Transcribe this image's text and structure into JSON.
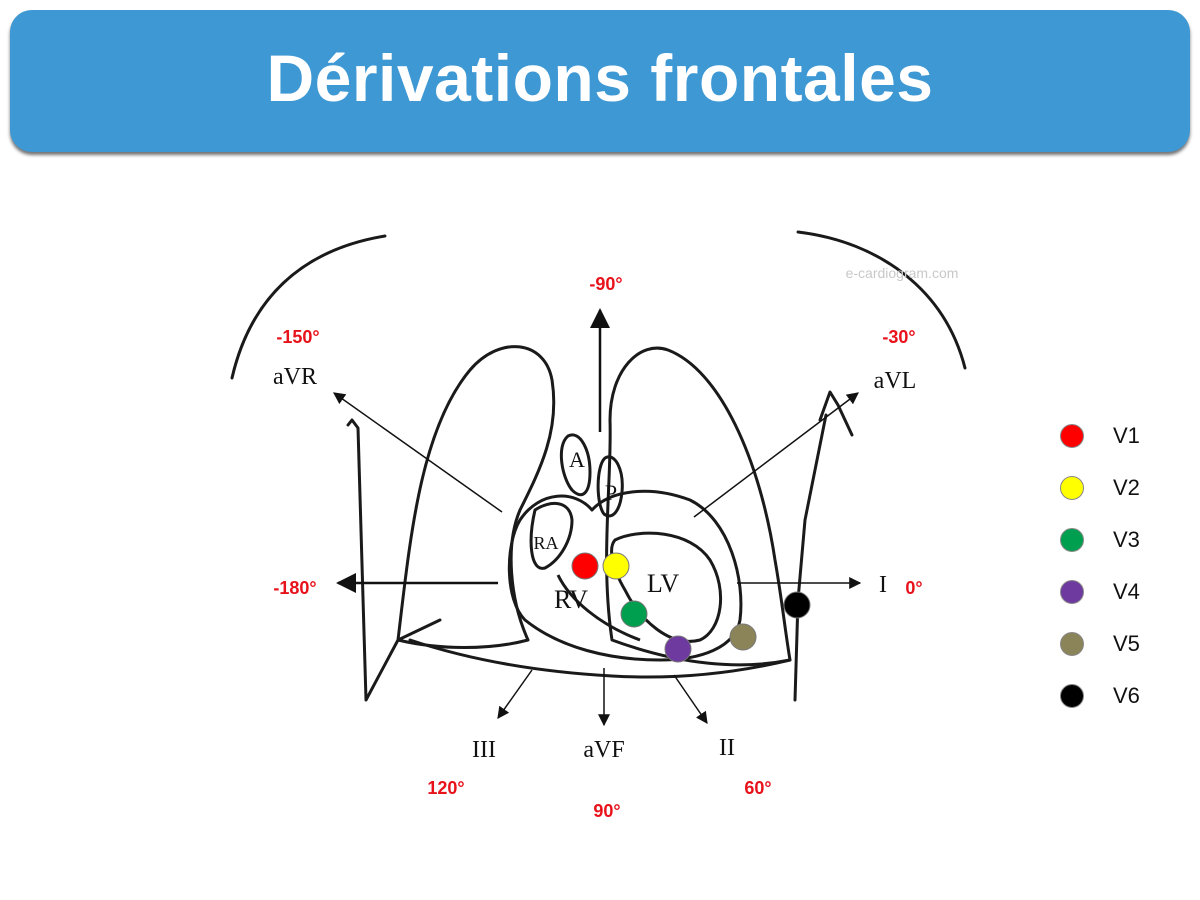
{
  "title": "Dérivations frontales",
  "watermark": "e-cardiogram.com",
  "chambers": {
    "aorta": "A",
    "pulmonary": "P",
    "right_atrium": "RA",
    "right_ventricle": "RV",
    "left_ventricle": "LV"
  },
  "leads": {
    "avr": "aVR",
    "avl": "aVL",
    "lead_i": "I",
    "lead_ii": "II",
    "lead_iii": "III",
    "avf": "aVF"
  },
  "angles": {
    "minus90": "-90°",
    "minus150": "-150°",
    "minus30": "-30°",
    "minus180": "-180°",
    "zero": "0°",
    "plus120": "120°",
    "plus90": "90°",
    "plus60": "60°"
  },
  "colors": {
    "banner": "#3d98d3",
    "angle_text": "#e8121b",
    "v1": "#ff0000",
    "v2": "#ffff00",
    "v3": "#009f4f",
    "v4": "#6f3aa0",
    "v5": "#8c8459",
    "v6": "#000000"
  },
  "legend": [
    {
      "label": "V1",
      "color": "#ff0000"
    },
    {
      "label": "V2",
      "color": "#ffff00"
    },
    {
      "label": "V3",
      "color": "#009f4f"
    },
    {
      "label": "V4",
      "color": "#6f3aa0"
    },
    {
      "label": "V5",
      "color": "#8c8459"
    },
    {
      "label": "V6",
      "color": "#000000"
    }
  ]
}
